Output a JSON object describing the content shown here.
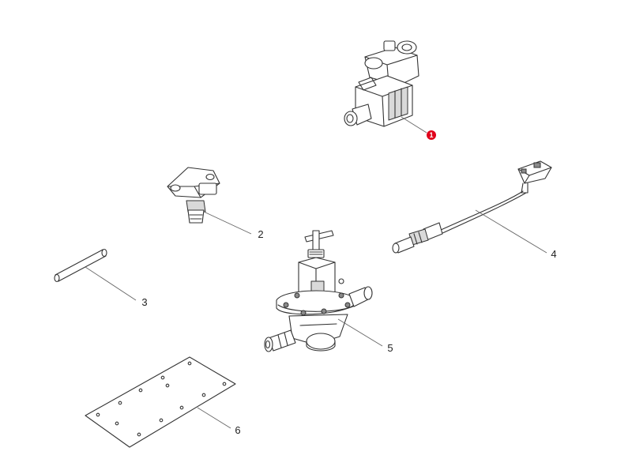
{
  "callouts": [
    {
      "label": "1",
      "highlighted": true
    },
    {
      "label": "2",
      "highlighted": false
    },
    {
      "label": "3",
      "highlighted": false
    },
    {
      "label": "4",
      "highlighted": false
    },
    {
      "label": "5",
      "highlighted": false
    },
    {
      "label": "6",
      "highlighted": false
    }
  ],
  "colors": {
    "highlight": "#e0001b",
    "line": "#333333",
    "shade": "#d9d9d9",
    "background": "#ffffff"
  },
  "icons": [
    "solenoid-valve-part",
    "sensor-part",
    "pin-part",
    "oxygen-sensor-part",
    "pressure-regulator-part",
    "gasket-plate-part"
  ]
}
